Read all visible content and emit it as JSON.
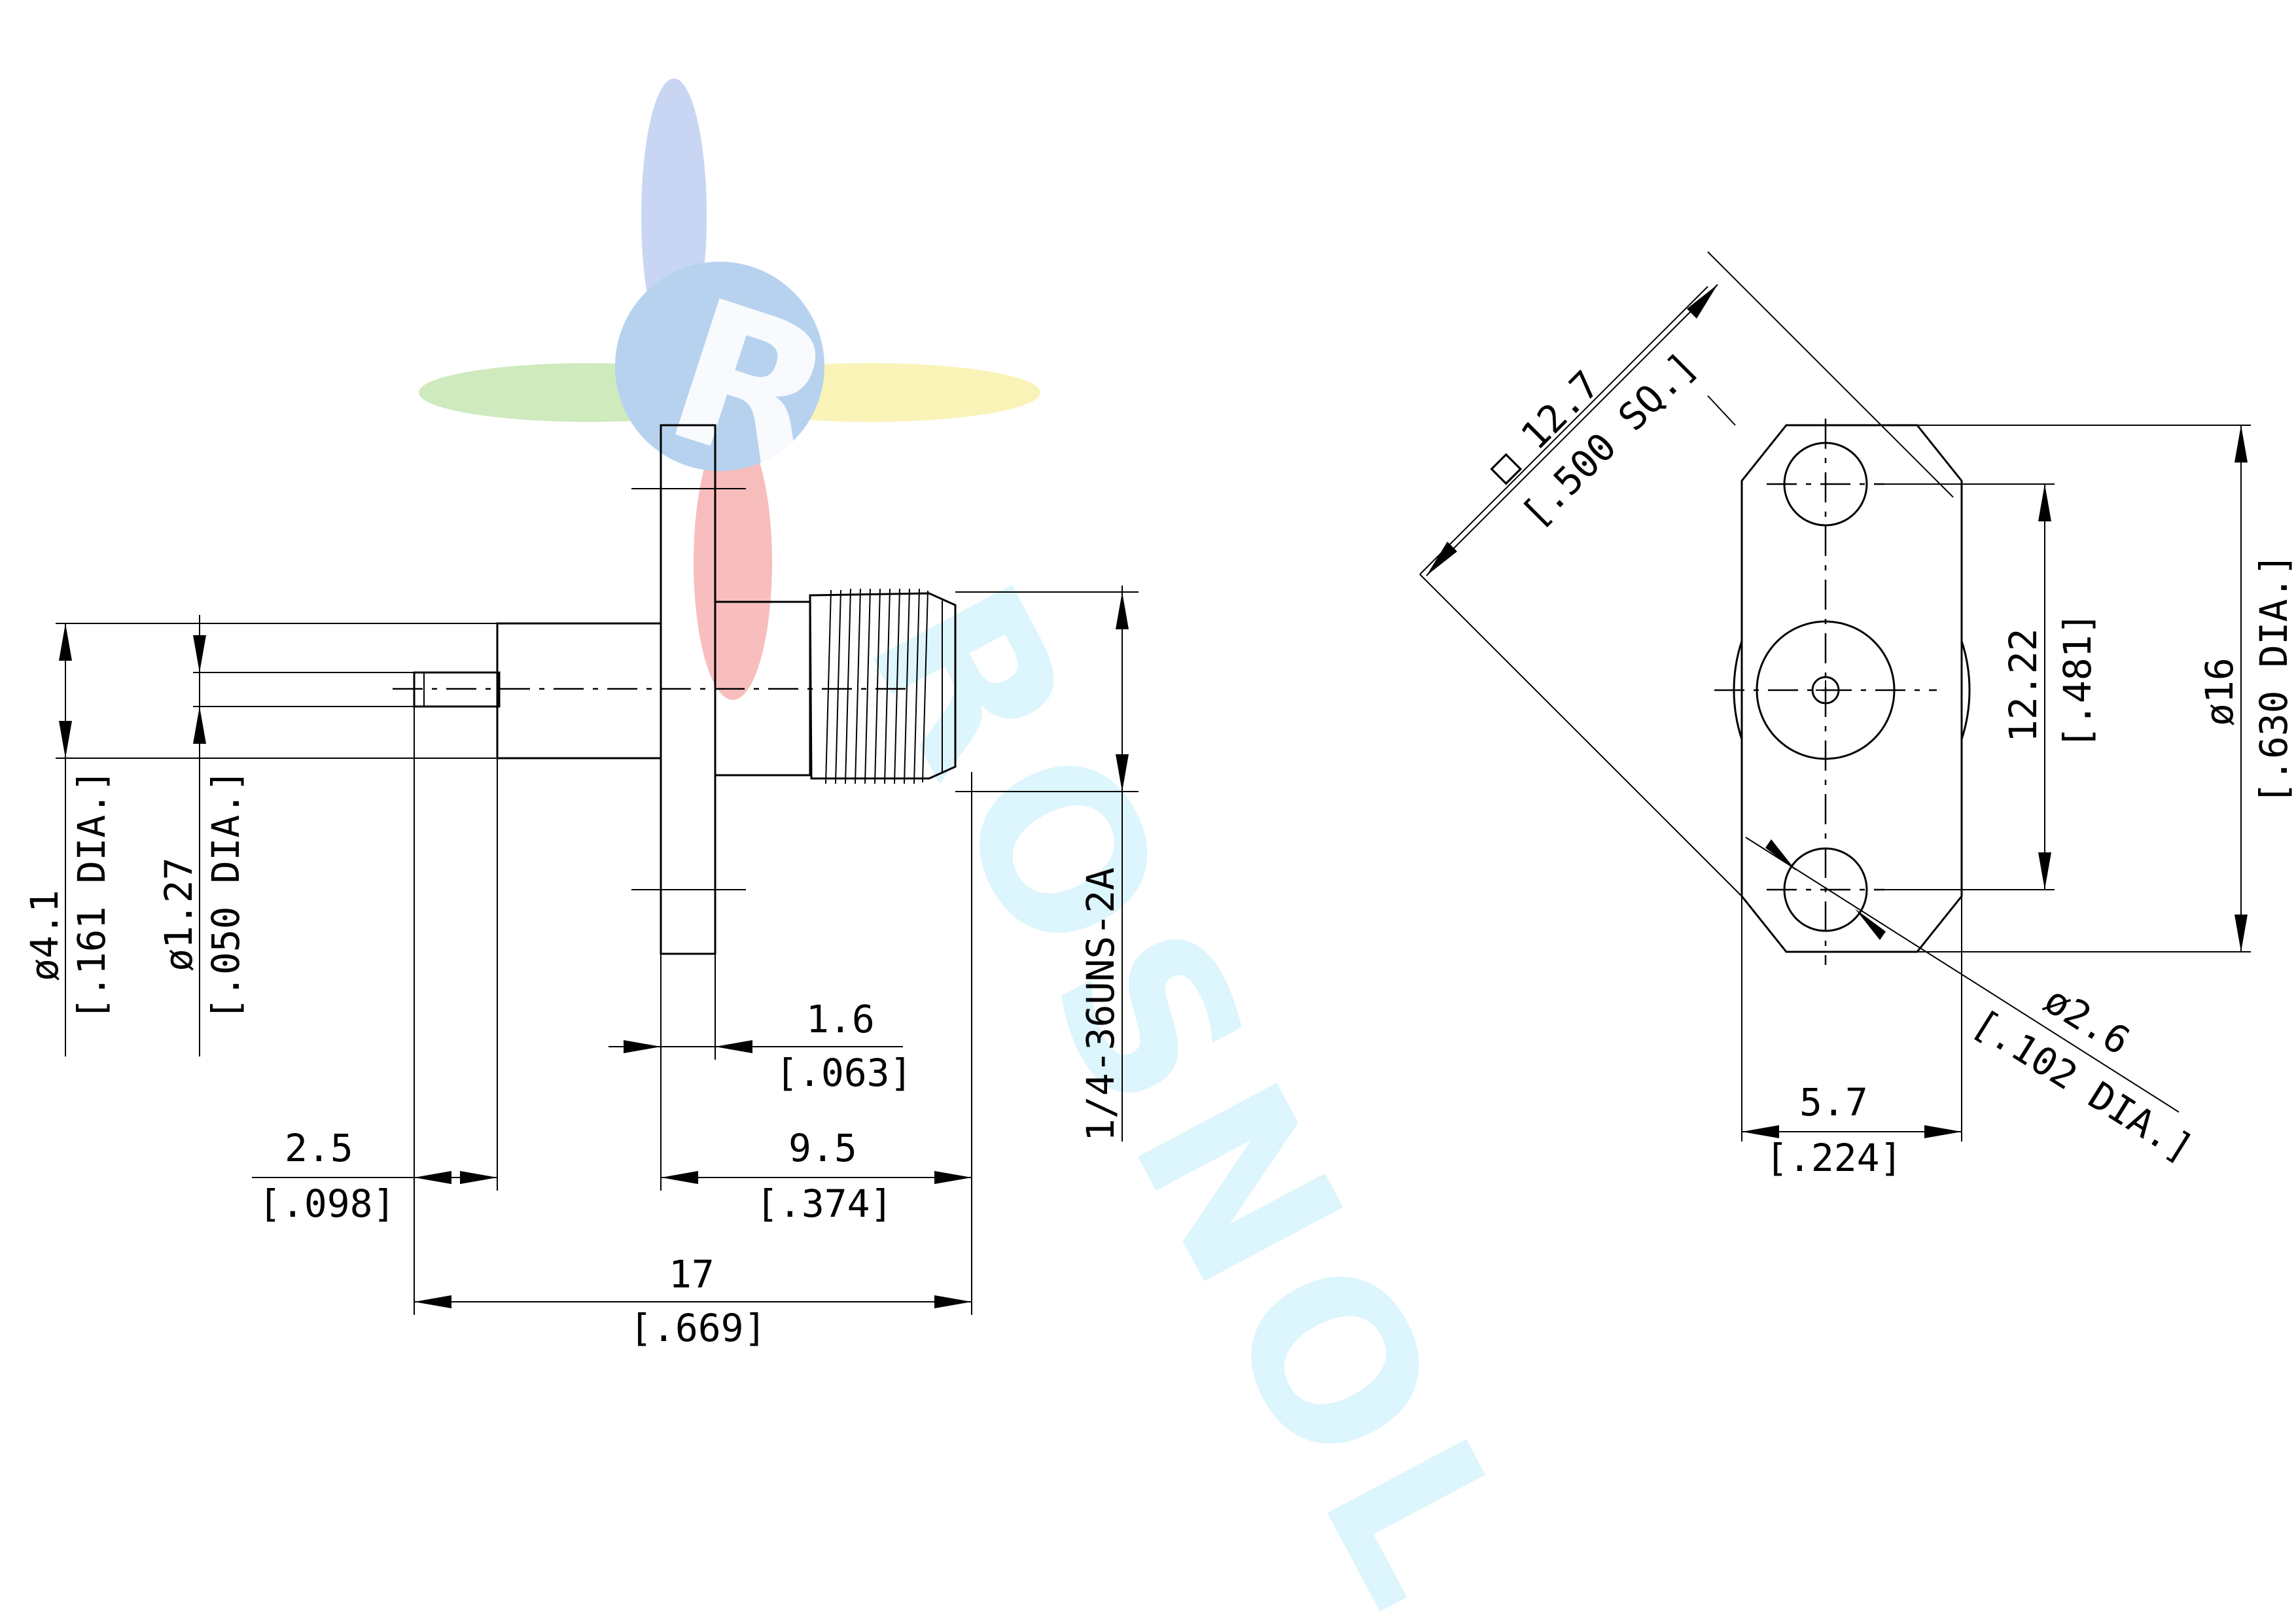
{
  "watermark": {
    "brand": "ROSNOL",
    "logo_letter": "R",
    "colors": {
      "blue": "#9ec3ea",
      "green": "#bfe3a8",
      "yellow": "#f7ef9f",
      "red": "#f5a8a8",
      "cyan": "#d7f3fb"
    }
  },
  "side_view": {
    "pin_dia": {
      "mm": "ø1.27",
      "inch": "[.050 DIA.]"
    },
    "body_dia": {
      "mm": "ø4.1",
      "inch": "[.161 DIA.]"
    },
    "pin_length": {
      "mm": "2.5",
      "inch": "[.098]"
    },
    "flange_thickness": {
      "mm": "1.6",
      "inch": "[.063]"
    },
    "front_length": {
      "mm": "9.5",
      "inch": "[.374]"
    },
    "overall_length": {
      "mm": "17",
      "inch": "[.669]"
    },
    "thread": "1/4-36UNS-2A"
  },
  "front_view": {
    "flange_square": {
      "mm": "□ 12.7",
      "inch": "[.500 SQ.]"
    },
    "hole_spacing": {
      "mm": "12.22",
      "inch": "[.481]"
    },
    "flange_dia": {
      "mm": "ø16",
      "inch": "[.630 DIA.]"
    },
    "hole_dia": {
      "mm": "ø2.6",
      "inch": "[.102 DIA.]"
    },
    "flange_width": {
      "mm": "5.7",
      "inch": "[.224]"
    }
  }
}
